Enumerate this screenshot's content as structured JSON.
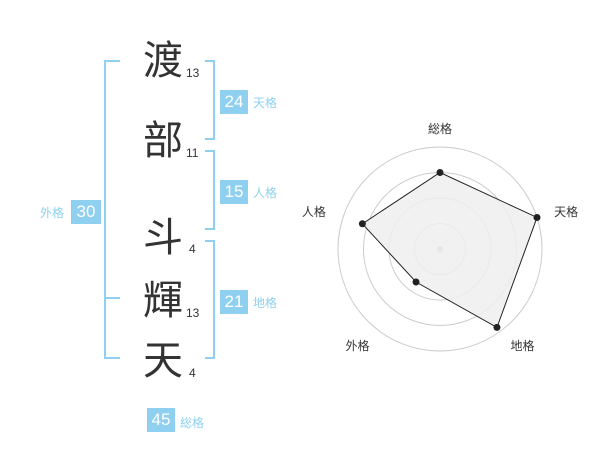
{
  "name": {
    "chars": [
      {
        "char": "渡",
        "strokes": "13"
      },
      {
        "char": "部",
        "strokes": "11"
      },
      {
        "char": "斗",
        "strokes": "4"
      },
      {
        "char": "輝",
        "strokes": "13"
      },
      {
        "char": "天",
        "strokes": "4"
      }
    ]
  },
  "kaku": {
    "tenkaku": {
      "value": "24",
      "label": "天格"
    },
    "jinkaku": {
      "value": "15",
      "label": "人格"
    },
    "chikaku": {
      "value": "21",
      "label": "地格"
    },
    "gaikaku": {
      "value": "30",
      "label": "外格"
    },
    "soukaku": {
      "value": "45",
      "label": "総格"
    }
  },
  "chart_data": {
    "type": "radar",
    "axes": [
      "総格",
      "天格",
      "地格",
      "外格",
      "人格"
    ],
    "values": [
      0.75,
      1.0,
      0.95,
      0.4,
      0.8
    ],
    "rmax": 1,
    "rings": 4,
    "colors": {
      "fill": "#eeeeee",
      "line": "#222222",
      "ring": "#cccccc",
      "accent": "#8fd0f0"
    }
  }
}
